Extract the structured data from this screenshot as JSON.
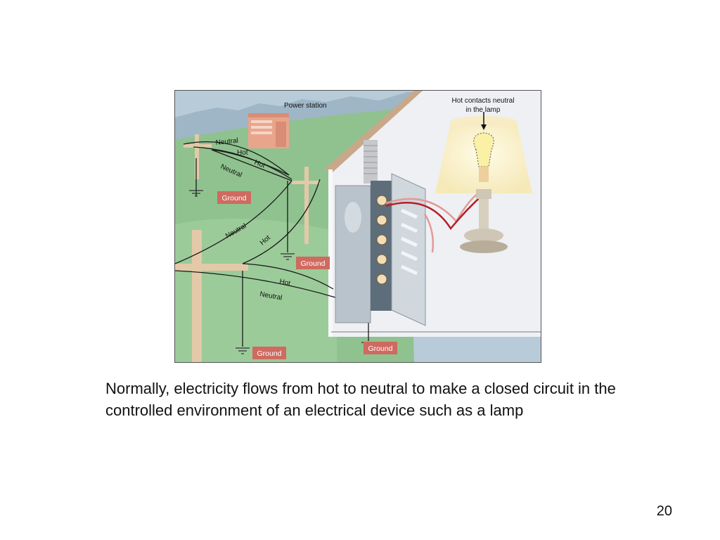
{
  "diagram": {
    "labels": {
      "power_station": "Power station",
      "hot_contacts_line1": "Hot contacts neutral",
      "hot_contacts_line2": "in the lamp",
      "neutral_top": "Neutral",
      "hot_top": "Hot",
      "hot_mid": "Hot",
      "neutral_mid": "Neutral",
      "neutral_drop": "Neutral",
      "hot_drop": "Hot",
      "hot_service": "Hot",
      "neutral_service": "Neutral"
    },
    "ground_labels": [
      "Ground",
      "Ground",
      "Ground",
      "Ground"
    ],
    "colors": {
      "sky": "#b8cbd8",
      "grass": "#8fc28f",
      "house_interior": "#eef0f4",
      "ground_badge": "#cf6a60",
      "pole": "#e3c9a8",
      "panel": "#b9c3cc"
    }
  },
  "caption": "Normally, electricity flows from hot to neutral to make a closed circuit in the controlled environment of an electrical device such as a lamp",
  "page_number": "20"
}
